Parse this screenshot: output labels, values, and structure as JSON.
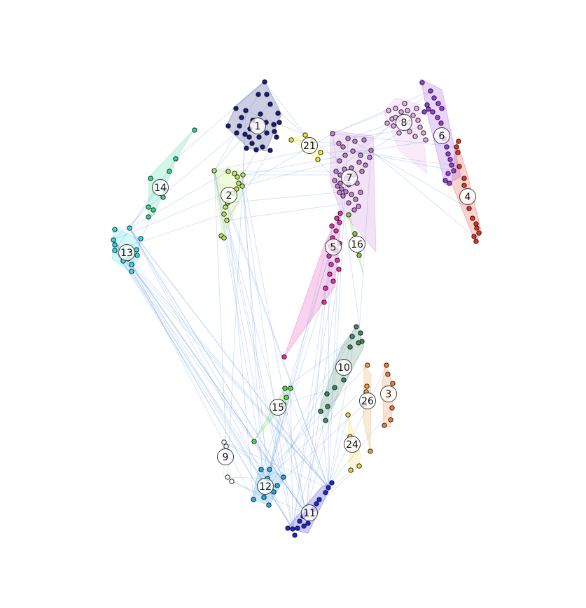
{
  "diagram": {
    "type": "cluster-network",
    "edge_color": "#6f9be8",
    "clusters": [
      {
        "id": "1",
        "label": "1",
        "color": "#1a1a80"
      },
      {
        "id": "2",
        "label": "2",
        "color": "#b6e85a"
      },
      {
        "id": "3",
        "label": "3",
        "color": "#f07e30"
      },
      {
        "id": "4",
        "label": "4",
        "color": "#e8321e"
      },
      {
        "id": "5",
        "label": "5",
        "color": "#e830b0"
      },
      {
        "id": "6",
        "label": "6",
        "color": "#9a3ae6"
      },
      {
        "id": "7",
        "label": "7",
        "color": "#c77bd6"
      },
      {
        "id": "8",
        "label": "8",
        "color": "#e6a6e6"
      },
      {
        "id": "9",
        "label": "9",
        "color": "#ffffff"
      },
      {
        "id": "10",
        "label": "10",
        "color": "#3d8a5c"
      },
      {
        "id": "11",
        "label": "11",
        "color": "#1e22d8"
      },
      {
        "id": "12",
        "label": "12",
        "color": "#2aa6e0"
      },
      {
        "id": "13",
        "label": "13",
        "color": "#30e0e0"
      },
      {
        "id": "14",
        "label": "14",
        "color": "#30d890"
      },
      {
        "id": "15",
        "label": "15",
        "color": "#5ad84a"
      },
      {
        "id": "16",
        "label": "16",
        "color": "#8ac84a"
      },
      {
        "id": "21",
        "label": "21",
        "color": "#e8e830"
      },
      {
        "id": "24",
        "label": "24",
        "color": "#f0d840"
      },
      {
        "id": "26",
        "label": "26",
        "color": "#e8a040"
      }
    ]
  }
}
